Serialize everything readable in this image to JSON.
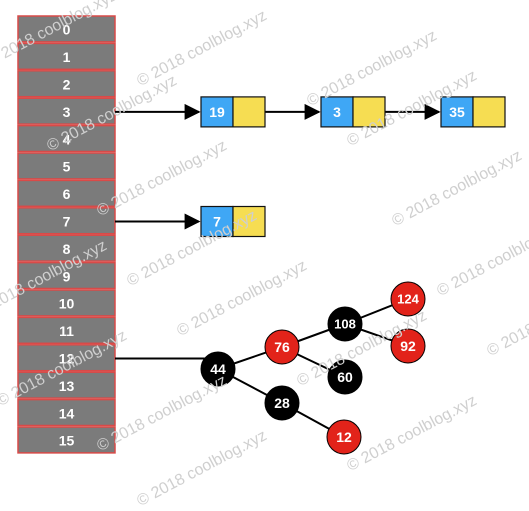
{
  "watermark": "© 2018 coolblog.xyz",
  "colors": {
    "bucket_fill": "#7b7b7b",
    "bucket_border": "#d94a48",
    "node_key": "#3fa7f5",
    "node_next": "#f6dd52",
    "rb_red": "#e2231a",
    "rb_black": "#000000",
    "text_light": "#ffffff"
  },
  "buckets": [
    "0",
    "1",
    "2",
    "3",
    "4",
    "5",
    "6",
    "7",
    "8",
    "9",
    "10",
    "11",
    "12",
    "13",
    "14",
    "15"
  ],
  "chains": [
    {
      "bucket": 3,
      "nodes": [
        "19",
        "3",
        "35"
      ]
    },
    {
      "bucket": 7,
      "nodes": [
        "7"
      ]
    }
  ],
  "tree": {
    "bucket": 12,
    "nodes": [
      {
        "id": "44",
        "label": "44",
        "color": "black"
      },
      {
        "id": "76",
        "label": "76",
        "color": "red"
      },
      {
        "id": "28",
        "label": "28",
        "color": "black"
      },
      {
        "id": "108",
        "label": "108",
        "color": "black"
      },
      {
        "id": "60",
        "label": "60",
        "color": "black"
      },
      {
        "id": "124",
        "label": "124",
        "color": "red"
      },
      {
        "id": "92",
        "label": "92",
        "color": "red"
      },
      {
        "id": "12",
        "label": "12",
        "color": "red"
      }
    ],
    "edges": [
      [
        "44",
        "76"
      ],
      [
        "44",
        "28"
      ],
      [
        "76",
        "108"
      ],
      [
        "76",
        "60"
      ],
      [
        "108",
        "124"
      ],
      [
        "108",
        "92"
      ],
      [
        "28",
        "12"
      ]
    ]
  }
}
